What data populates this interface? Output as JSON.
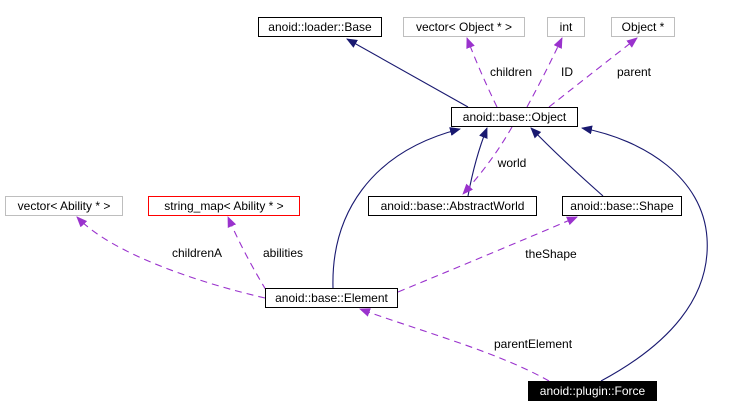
{
  "nodes": {
    "loader_base": {
      "label": "anoid::loader::Base"
    },
    "vector_object": {
      "label": "vector< Object * >"
    },
    "int_type": {
      "label": "int"
    },
    "object_ptr": {
      "label": "Object *"
    },
    "base_object": {
      "label": "anoid::base::Object"
    },
    "abstract_world": {
      "label": "anoid::base::AbstractWorld"
    },
    "shape": {
      "label": "anoid::base::Shape"
    },
    "vector_ability": {
      "label": "vector< Ability * >"
    },
    "string_map": {
      "label": "string_map< Ability * >"
    },
    "element": {
      "label": "anoid::base::Element"
    },
    "force": {
      "label": "anoid::plugin::Force"
    }
  },
  "edges": [
    {
      "from": "anoid::base::Object",
      "to": "anoid::loader::Base",
      "kind": "inheritance",
      "label": ""
    },
    {
      "from": "anoid::base::AbstractWorld",
      "to": "anoid::base::Object",
      "kind": "inheritance",
      "label": ""
    },
    {
      "from": "anoid::base::Shape",
      "to": "anoid::base::Object",
      "kind": "inheritance",
      "label": ""
    },
    {
      "from": "anoid::base::Element",
      "to": "anoid::base::Object",
      "kind": "inheritance",
      "label": ""
    },
    {
      "from": "anoid::plugin::Force",
      "to": "anoid::base::Object",
      "kind": "inheritance",
      "label": ""
    },
    {
      "from": "anoid::base::Object",
      "to": "vector< Object * >",
      "kind": "usage",
      "label": "children"
    },
    {
      "from": "anoid::base::Object",
      "to": "int",
      "kind": "usage",
      "label": "ID"
    },
    {
      "from": "anoid::base::Object",
      "to": "Object *",
      "kind": "usage",
      "label": "parent"
    },
    {
      "from": "anoid::base::Object",
      "to": "anoid::base::AbstractWorld",
      "kind": "usage",
      "label": "world"
    },
    {
      "from": "anoid::base::Element",
      "to": "vector< Ability * >",
      "kind": "usage",
      "label": "childrenA"
    },
    {
      "from": "anoid::base::Element",
      "to": "string_map< Ability * >",
      "kind": "usage",
      "label": "abilities"
    },
    {
      "from": "anoid::base::Element",
      "to": "anoid::base::Shape",
      "kind": "usage",
      "label": "theShape"
    },
    {
      "from": "anoid::plugin::Force",
      "to": "anoid::base::Element",
      "kind": "usage",
      "label": "parentElement"
    }
  ],
  "colors": {
    "background": "#ffffff",
    "inheritance_edge": "#191970",
    "usage_edge": "#9a32cd",
    "node_border": "#000000",
    "external_node_border": "#bebebe",
    "unresolved_node_border": "#ff0000",
    "selected_node_bg": "#000000",
    "selected_node_text": "#ffffff",
    "text": "#000000"
  }
}
